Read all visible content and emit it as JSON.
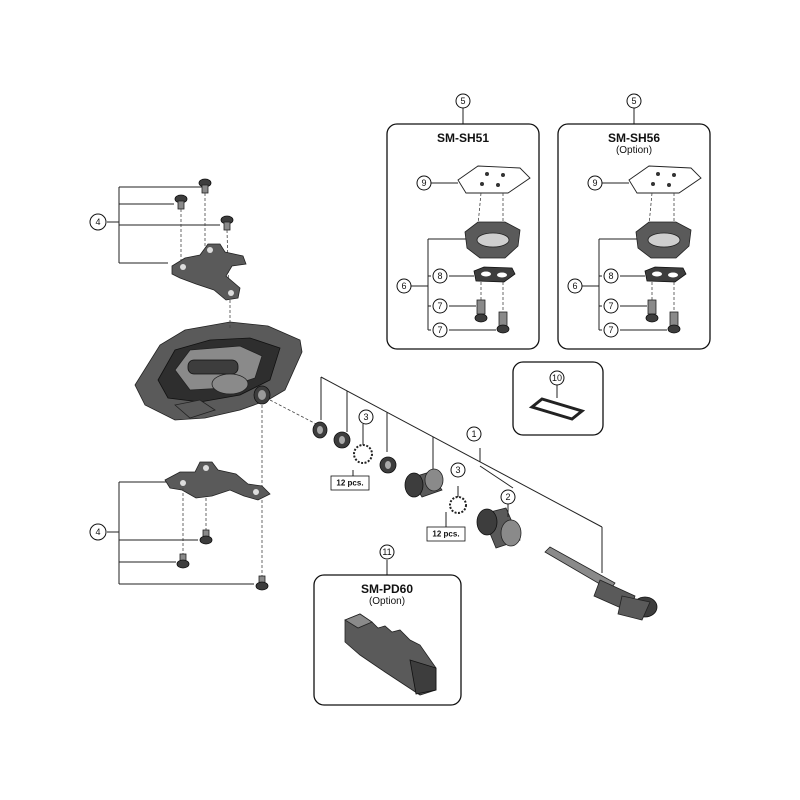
{
  "callouts": {
    "c1": "1",
    "c2": "2",
    "c3a": "3",
    "c3b": "3",
    "c4a": "4",
    "c4b": "4",
    "c5a": "5",
    "c5b": "5",
    "c6a": "6",
    "c6b": "6",
    "c7a1": "7",
    "c7a2": "7",
    "c7b1": "7",
    "c7b2": "7",
    "c8a": "8",
    "c8b": "8",
    "c9a": "9",
    "c9b": "9",
    "c10": "10",
    "c11": "11"
  },
  "boxes": {
    "sh51": {
      "title": "SM-SH51"
    },
    "sh56": {
      "title": "SM-SH56",
      "subtitle": "(Option)"
    },
    "pd60": {
      "title": "SM-PD60",
      "subtitle": "(Option)"
    }
  },
  "quantity_labels": {
    "q1": "12 pcs.",
    "q2": "12 pcs."
  }
}
